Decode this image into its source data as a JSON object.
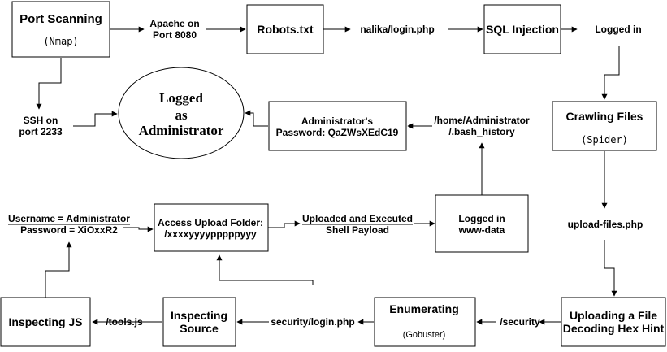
{
  "nodes": {
    "port_scanning": {
      "title": "Port Scanning",
      "sub": "(Nmap)"
    },
    "apache": {
      "l1": "Apache on",
      "l2": "Port 8080"
    },
    "robots": {
      "title": "Robots.txt"
    },
    "nalika": {
      "text": "nalika/login.php"
    },
    "sqli": {
      "title": "SQL Injection"
    },
    "logged_in": {
      "text": "Logged in"
    },
    "ssh": {
      "l1": "SSH on",
      "l2": "port 2233"
    },
    "logged_admin": {
      "l1": "Logged",
      "l2": "as",
      "l3": "Administrator"
    },
    "admin_pass": {
      "l1": "Administrator's",
      "l2": "Password: QaZWsXEdC19"
    },
    "bash_history": {
      "l1": "/home/Administrator",
      "l2": "/.bash_history"
    },
    "crawling": {
      "title": "Crawling Files",
      "sub": "(Spider)"
    },
    "creds": {
      "l1": "Username = Administrator",
      "l2": "Password = XiOxxR2"
    },
    "upload_folder": {
      "l1": "Access Upload Folder:",
      "l2": "/xxxxyyyypppppyyy"
    },
    "shell": {
      "l1": "Uploaded and Executed",
      "l2": "Shell Payload"
    },
    "www_data": {
      "l1": "Logged in",
      "l2": "www-data"
    },
    "upload_files": {
      "text": "upload-files.php"
    },
    "inspect_js": {
      "title": "Inspecting JS"
    },
    "tools_js": {
      "text": "/tools.js"
    },
    "inspect_src": {
      "l1": "Inspecting",
      "l2": "Source"
    },
    "sec_login": {
      "text": "security/login.php"
    },
    "enumerating": {
      "title": "Enumerating",
      "sub": "(Gobuster)"
    },
    "security": {
      "text": "/security"
    },
    "upload_hex": {
      "l1": "Uploading a File",
      "l2": "Decoding Hex Hint"
    }
  }
}
